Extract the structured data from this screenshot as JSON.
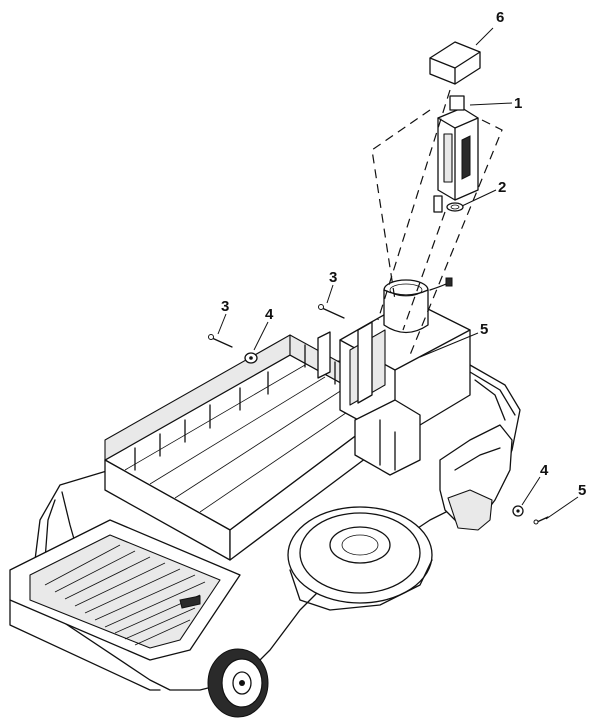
{
  "callouts": [
    {
      "label": "6"
    },
    {
      "label": "1"
    },
    {
      "label": "2"
    },
    {
      "label": "3"
    },
    {
      "label": "3"
    },
    {
      "label": "4"
    },
    {
      "label": "5"
    },
    {
      "label": "4"
    },
    {
      "label": "5"
    }
  ]
}
